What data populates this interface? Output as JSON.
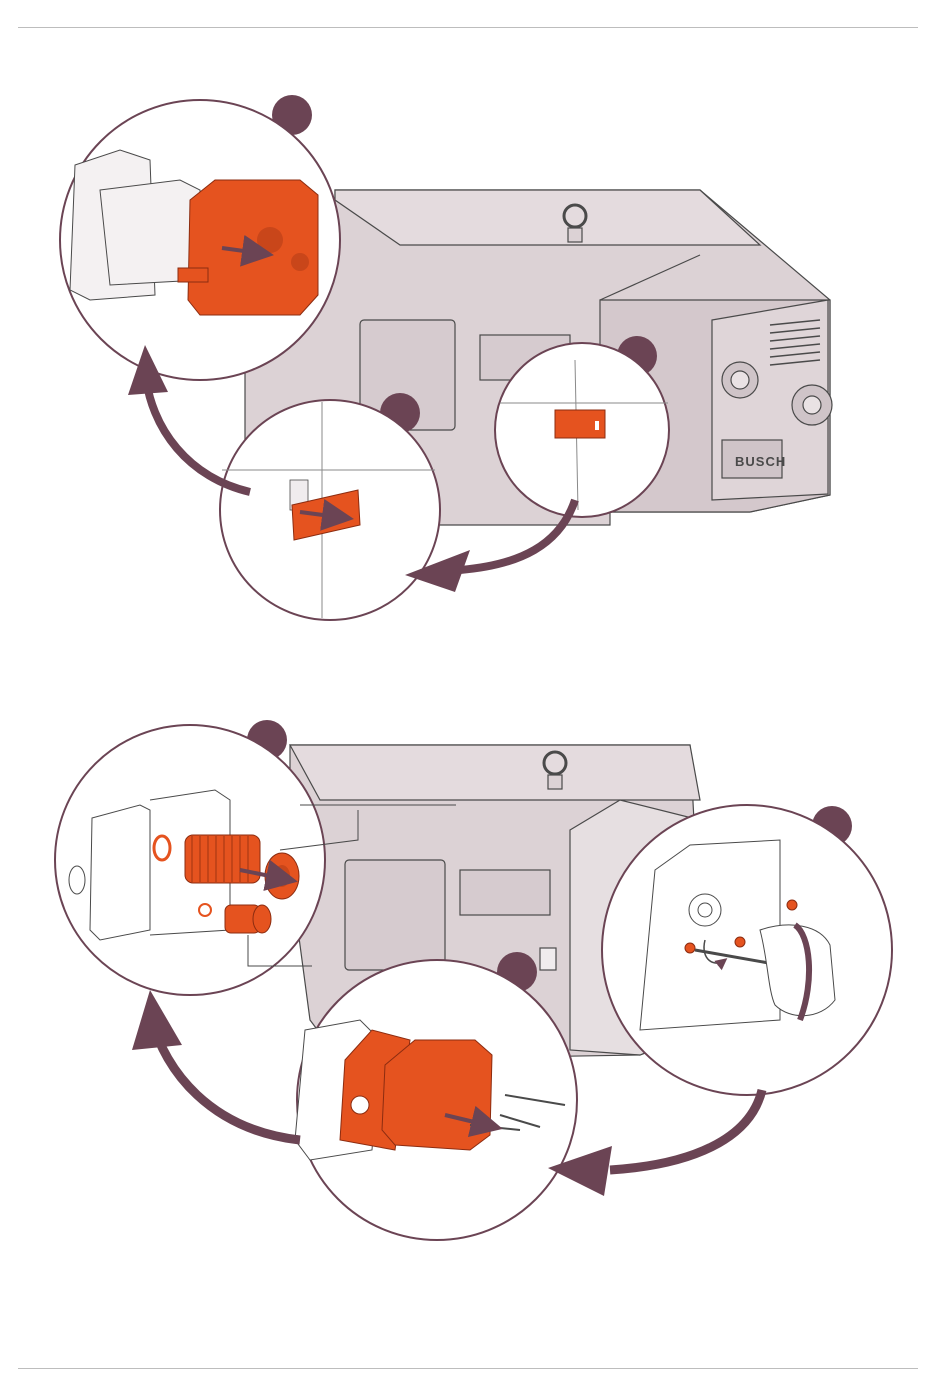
{
  "page": {
    "background": "#ffffff",
    "rule_color": "#bdbdbd"
  },
  "colors": {
    "pump_body": "#dcd2d5",
    "pump_outline": "#4a4a4a",
    "highlight_part": "#e5531f",
    "callout_accent": "#6b4454",
    "arrow_pointer": "#6b4454",
    "lens_fill": "#ffffff"
  },
  "brand": {
    "logo_text": "BUSCH"
  },
  "icons": [
    "pump-body",
    "magnifier-callout",
    "step-badge",
    "curved-arrow",
    "direction-arrow",
    "eye-bolt",
    "filter-cartridge",
    "gasket",
    "hex-key",
    "hand",
    "bolt",
    "leader-line"
  ],
  "scenes": {
    "top": {
      "name": "remove-cover-scene"
    },
    "bottom": {
      "name": "replace-filter-scene"
    }
  },
  "callouts": {
    "leader_labels": [
      "",
      "",
      ""
    ]
  }
}
